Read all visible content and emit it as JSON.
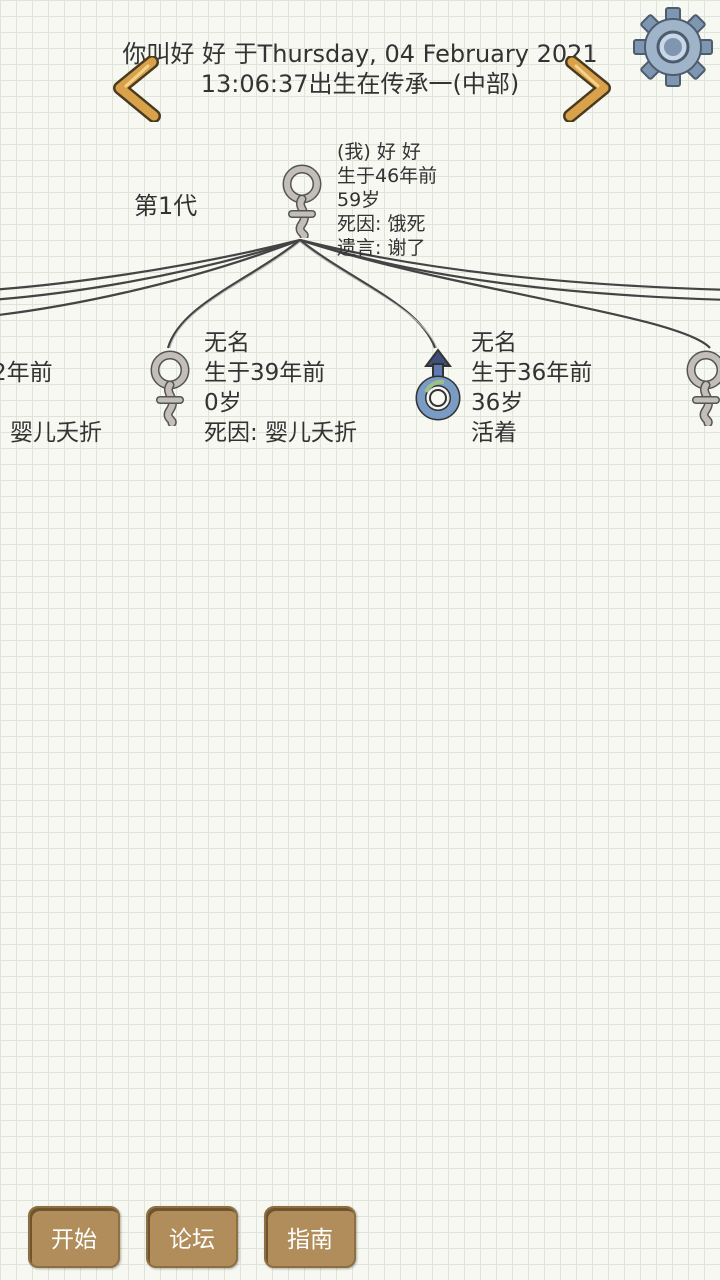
{
  "header": {
    "line1": "你叫好 好 于Thursday, 04 February 2021",
    "line2": "13:06:37出生在传承一(中部)"
  },
  "icons": {
    "prev": "chevron-left-icon",
    "next": "chevron-right-icon",
    "settings": "gear-icon",
    "female": "female-symbol-icon",
    "male": "male-symbol-icon"
  },
  "generation_label": "第1代",
  "root": {
    "name": "(我) 好 好",
    "born": "生于46年前",
    "age": "59岁",
    "death": "死因: 饿死",
    "will": "遗言: 谢了"
  },
  "children": [
    {
      "born": "2年前",
      "death": "婴儿夭折"
    },
    {
      "name": "无名",
      "born": "生于39年前",
      "age": "0岁",
      "death": "死因: 婴儿夭折"
    },
    {
      "name": "无名",
      "born": "生于36年前",
      "age": "36岁",
      "status": "活着"
    }
  ],
  "buttons": {
    "start": "开始",
    "forum": "论坛",
    "guide": "指南"
  },
  "colors": {
    "accent_button": "#b08d5a",
    "arrow": "#d9a24a",
    "gear": "#8fa6bf",
    "female_icon": "#b9b3ad",
    "male_icon": "#6f86b3"
  }
}
